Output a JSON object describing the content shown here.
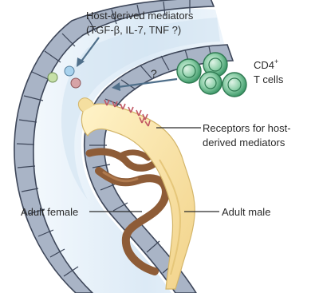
{
  "labels": {
    "mediators_line1": "Host-derived mediators",
    "mediators_line2": "(TGF-β, IL-7, TNF ?)",
    "question_mark": "?",
    "cd4_line1": "CD4",
    "cd4_sup": "+",
    "cd4_line2": "T cells",
    "receptors_line1": "Receptors for host-",
    "receptors_line2": "derived mediators",
    "adult_female": "Adult female",
    "adult_male": "Adult male"
  },
  "colors": {
    "vessel_wall_cells": "#a9b4c6",
    "vessel_wall_outline": "#3d4659",
    "lumen": "#e3eef8",
    "lumen_glow": "#cfe1f1",
    "t_cell_fill": "#5bb585",
    "t_cell_core": "#b8e3c9",
    "mediator_green": "#c6e0a8",
    "mediator_blue": "#a9d3ee",
    "mediator_red": "#d7a3a6",
    "male_worm": "#f5dfa0",
    "male_worm_outline": "#d3b569",
    "female_worm": "#8e5c37",
    "receptors": "#c25864",
    "arrows": "#4f6f8a"
  }
}
